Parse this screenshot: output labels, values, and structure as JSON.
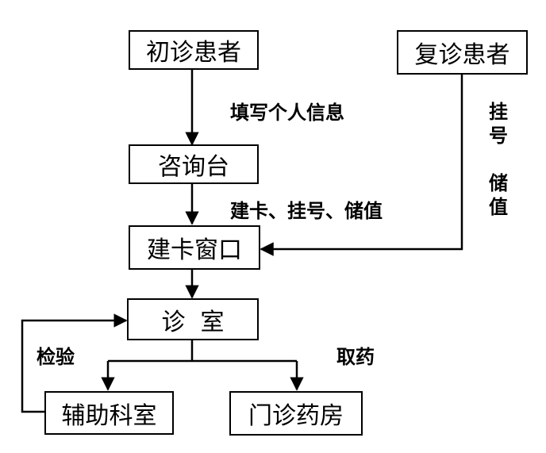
{
  "nodes": {
    "first_visit": "初诊患者",
    "return_visit": "复诊患者",
    "consult_desk": "咨询台",
    "card_window": "建卡窗口",
    "clinic_room": "诊  室",
    "aux_dept": "辅助科室",
    "pharmacy": "门诊药房"
  },
  "edge_labels": {
    "fill_info": "填写个人信息",
    "card_reg_deposit": "建卡、挂号、储值",
    "return_reg": "挂号",
    "return_deposit": "储值",
    "lab_test": "检验",
    "get_medicine": "取药"
  },
  "colors": {
    "line": "#000000",
    "box_border": "#000000",
    "text": "#000000"
  }
}
